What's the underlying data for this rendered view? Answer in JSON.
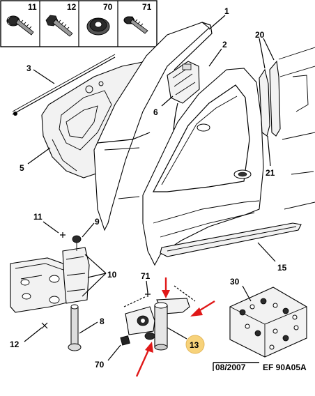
{
  "fastener_boxes": [
    {
      "number": "11",
      "icon": "flanged-bolt-icon"
    },
    {
      "number": "12",
      "icon": "hex-bolt-icon"
    },
    {
      "number": "70",
      "icon": "nut-washer-icon"
    },
    {
      "number": "71",
      "icon": "screw-icon"
    }
  ],
  "callouts": {
    "c1": "1",
    "c2": "2",
    "c3": "3",
    "c5": "5",
    "c6": "6",
    "c20": "20",
    "c21": "21",
    "c15": "15",
    "c11": "11",
    "c9": "9",
    "c10": "10",
    "c8": "8",
    "c12": "12",
    "c71": "71",
    "c70": "70",
    "c30": "30",
    "c13": "13"
  },
  "highlight_color": "#f7d27a",
  "arrow_color": "#e01818",
  "footer": {
    "date": "08/2007",
    "reference": "EF 90A05A"
  }
}
